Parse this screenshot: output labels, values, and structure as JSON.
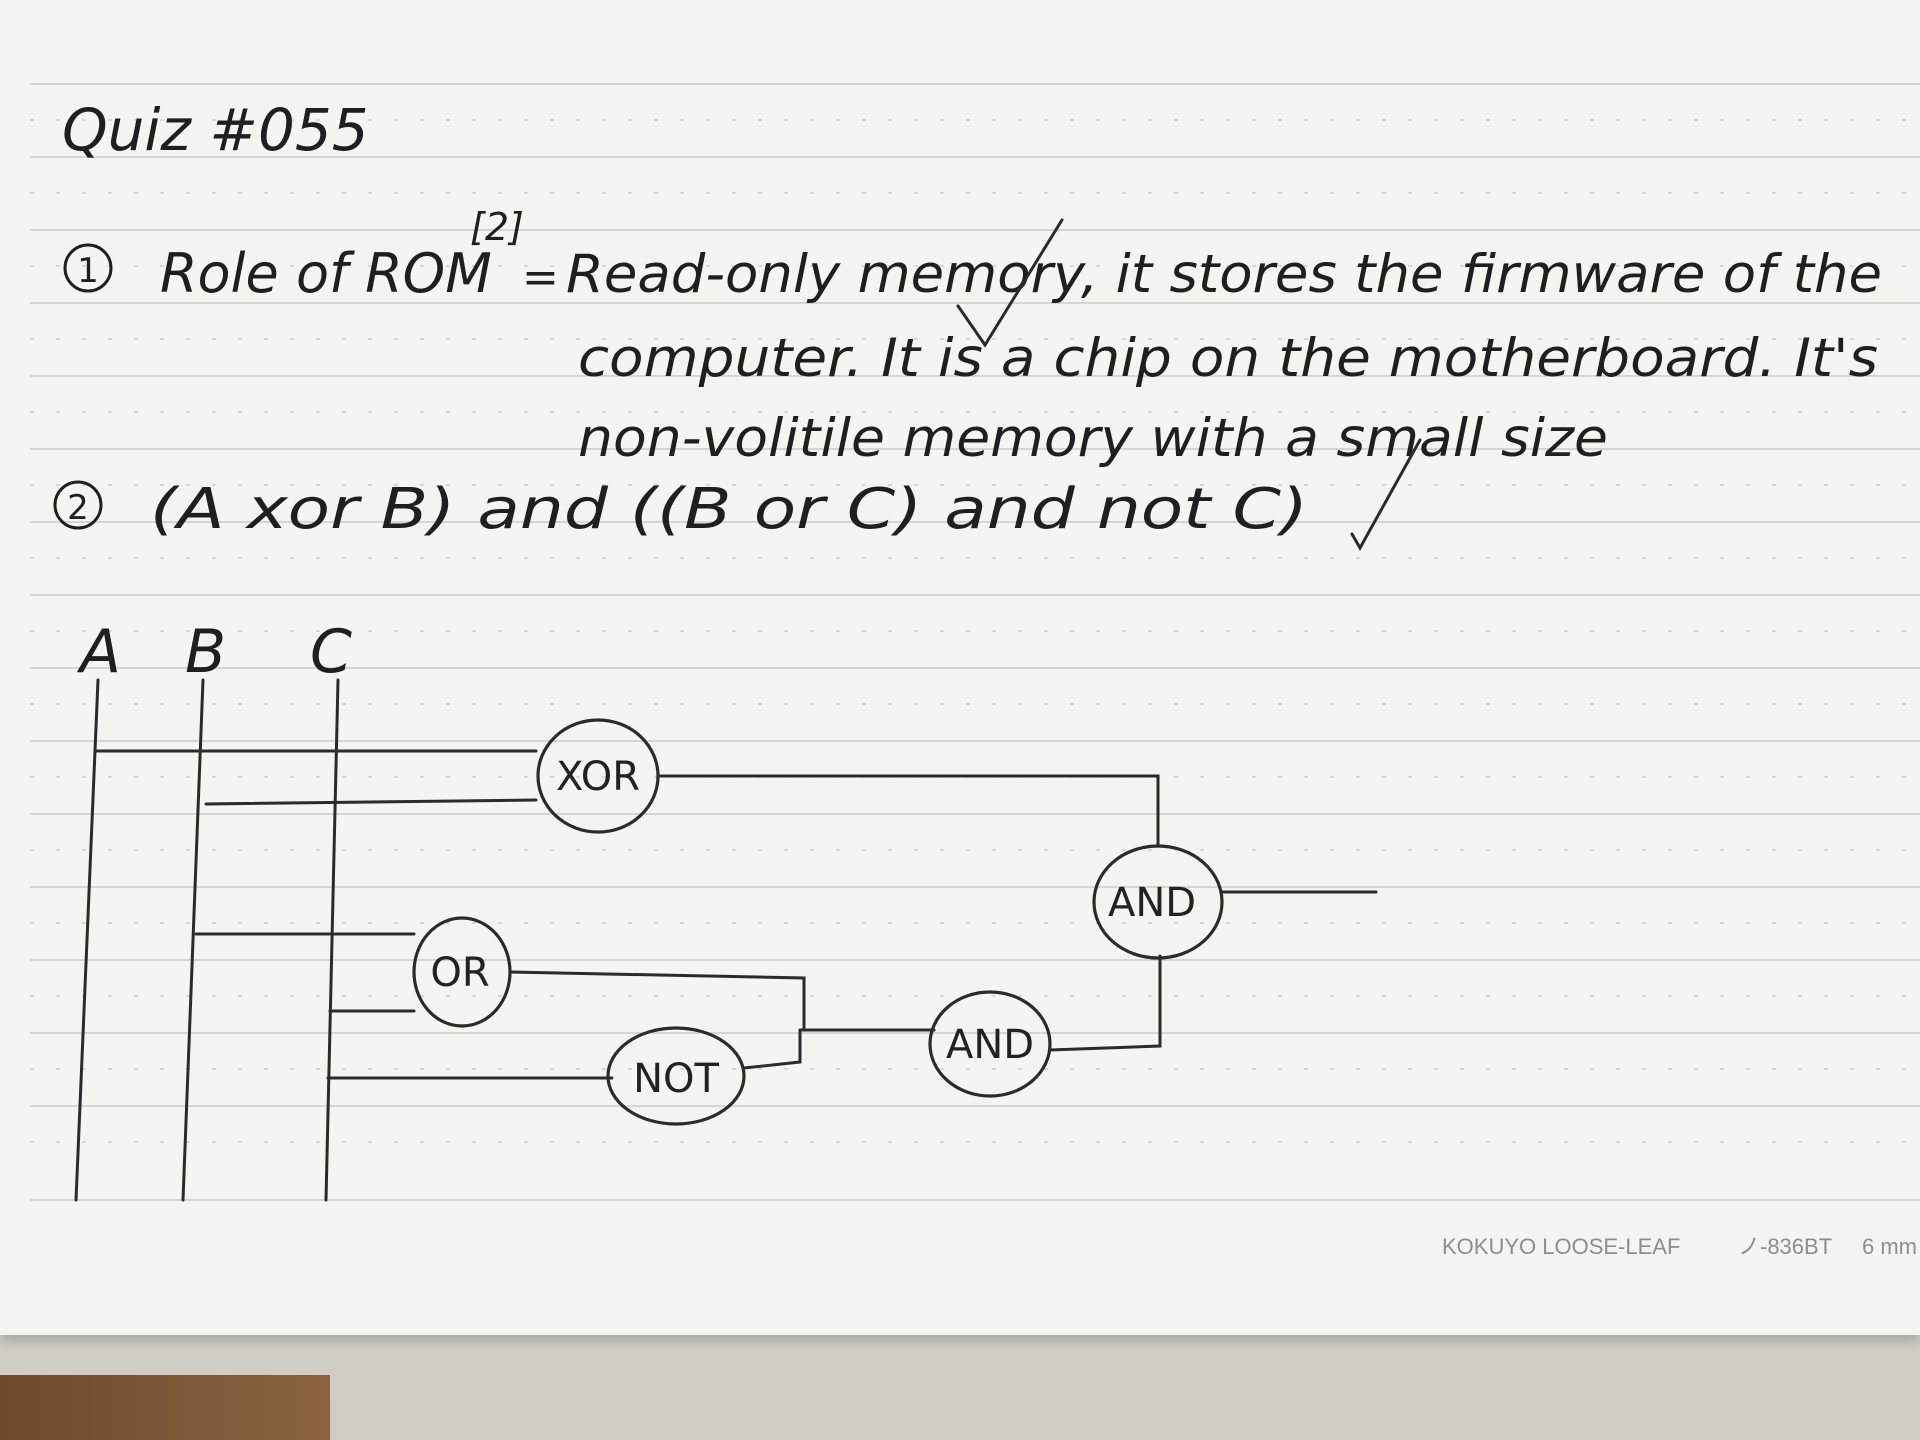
{
  "quiz_title": "Quiz #055",
  "q1": {
    "number": "1",
    "lead": "Role of ROM",
    "marks": "[2]",
    "equals": "=",
    "answer_lines": [
      "Read-only memory, it stores the firmware of the",
      "computer. It is a chip on the motherboard. It's",
      "non-volitile memory with a small size"
    ]
  },
  "q2": {
    "number": "2",
    "expression": "(A xor B) and ((B or C) and not C)"
  },
  "circuit": {
    "inputs": [
      "A",
      "B",
      "C"
    ],
    "gates": {
      "xor": "XOR",
      "or": "OR",
      "not": "NOT",
      "and_inner": "AND",
      "and_outer": "AND"
    }
  },
  "paper_footer": {
    "brand": "KOKUYO  LOOSE-LEAF",
    "code": "ノ-836BT",
    "ruling": "6 mm"
  },
  "colors": {
    "ink": "#1f1f22",
    "paper": "#f4f4f1",
    "rule_lines": "#c7ccd0"
  }
}
